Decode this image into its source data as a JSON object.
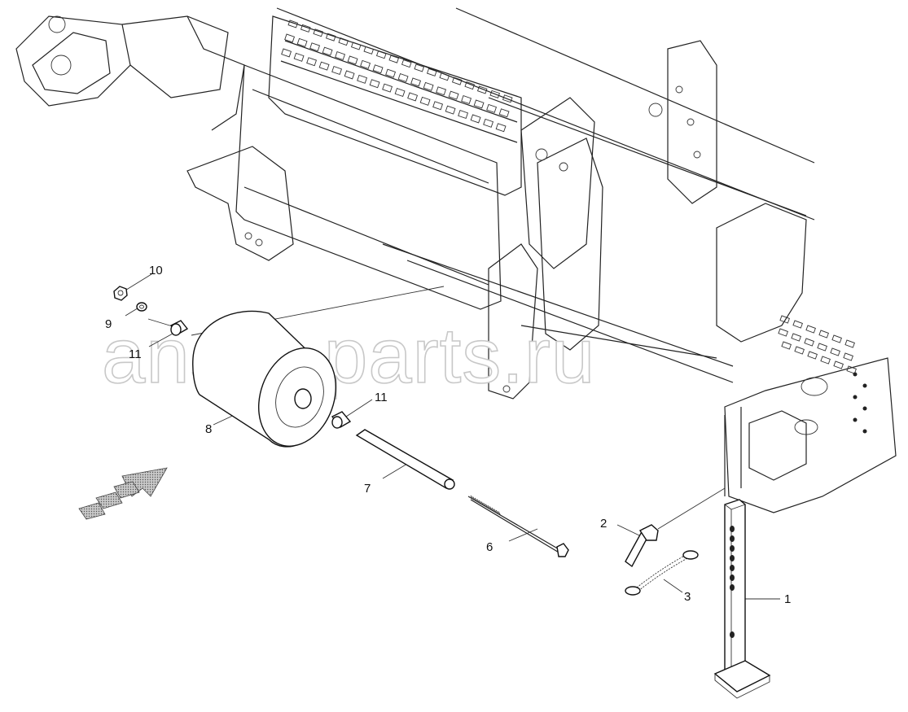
{
  "diagram": {
    "watermark": "ansat-parts.ru",
    "callouts": [
      {
        "id": "c1",
        "label": "1"
      },
      {
        "id": "c2",
        "label": "2"
      },
      {
        "id": "c3",
        "label": "3"
      },
      {
        "id": "c6",
        "label": "6"
      },
      {
        "id": "c7",
        "label": "7"
      },
      {
        "id": "c8",
        "label": "8"
      },
      {
        "id": "c9",
        "label": "9"
      },
      {
        "id": "c10",
        "label": "10"
      },
      {
        "id": "c11a",
        "label": "11"
      },
      {
        "id": "c11b",
        "label": "11"
      }
    ],
    "icons": {
      "direction": "forward-direction-arrow-icon"
    }
  }
}
